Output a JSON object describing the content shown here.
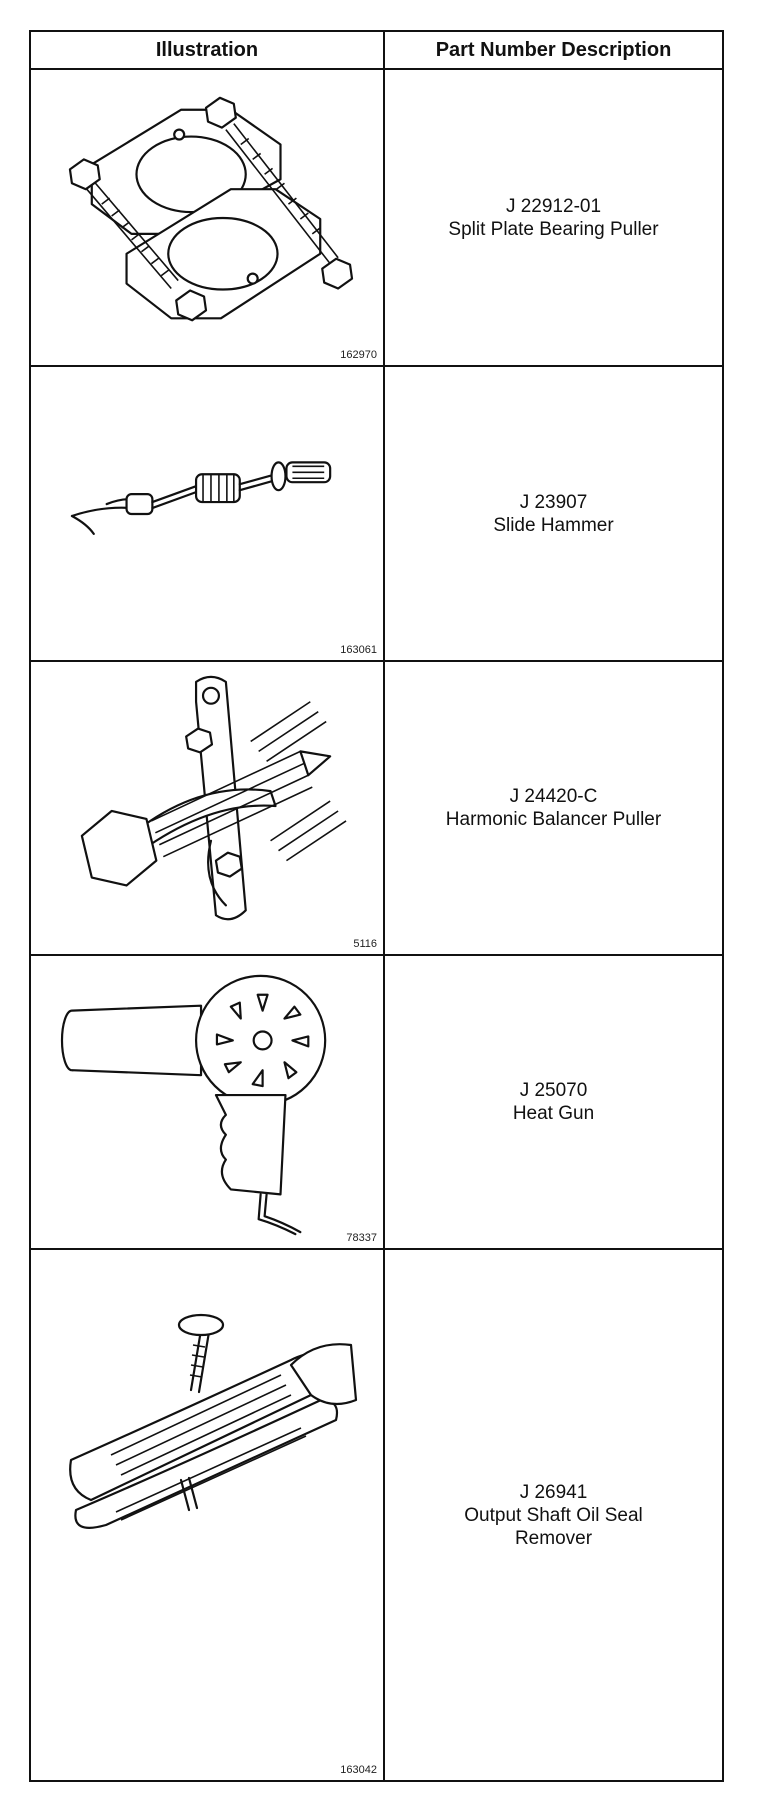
{
  "table": {
    "header": {
      "illustration": "Illustration",
      "description": "Part Number Description"
    },
    "rows": [
      {
        "figure": "162970",
        "part_number": "J 22912-01",
        "description": "Split Plate Bearing Puller",
        "icon": "split-plate-bearing-puller-icon"
      },
      {
        "figure": "163061",
        "part_number": "J 23907",
        "description": "Slide Hammer",
        "icon": "slide-hammer-icon"
      },
      {
        "figure": "5116",
        "part_number": "J 24420-C",
        "description": "Harmonic Balancer Puller",
        "icon": "harmonic-balancer-puller-icon"
      },
      {
        "figure": "78337",
        "part_number": "J 25070",
        "description": "Heat Gun",
        "icon": "heat-gun-icon"
      },
      {
        "figure": "163042",
        "part_number": "J 26941",
        "description_lines": [
          "Output Shaft Oil Seal",
          "Remover"
        ],
        "icon": "output-shaft-oil-seal-remover-icon"
      }
    ]
  }
}
